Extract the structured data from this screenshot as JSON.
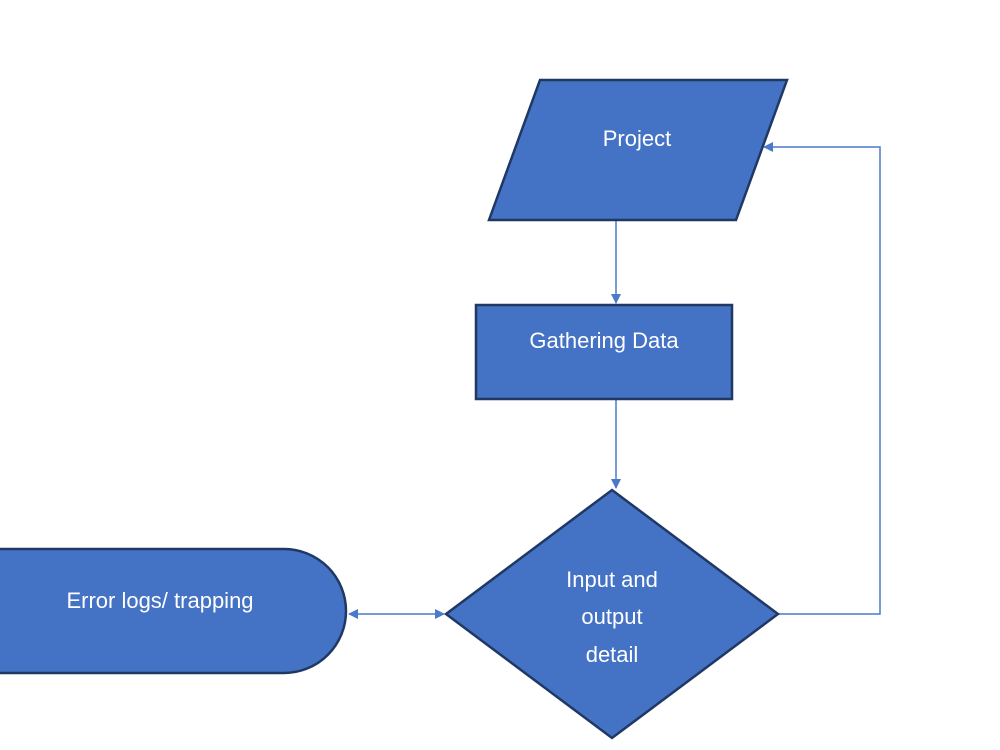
{
  "colors": {
    "node_fill": "#4472c4",
    "node_border": "#1f3864",
    "connector": "#4a7ac9",
    "background": "#ffffff"
  },
  "nodes": {
    "project": {
      "label": "Project",
      "shape": "parallelogram"
    },
    "gathering_data": {
      "label": "Gathering Data",
      "shape": "rectangle"
    },
    "input_output": {
      "lines": [
        "Input and",
        "output",
        "detail"
      ],
      "shape": "diamond"
    },
    "error_logs": {
      "label": "Error logs/ trapping",
      "shape": "terminator"
    }
  },
  "connectors": [
    {
      "from": "project",
      "to": "gathering_data",
      "arrow": "end"
    },
    {
      "from": "gathering_data",
      "to": "input_output",
      "arrow": "end"
    },
    {
      "from": "input_output",
      "to": "project",
      "arrow": "end"
    },
    {
      "from": "error_logs",
      "to": "input_output",
      "arrow": "both"
    }
  ]
}
